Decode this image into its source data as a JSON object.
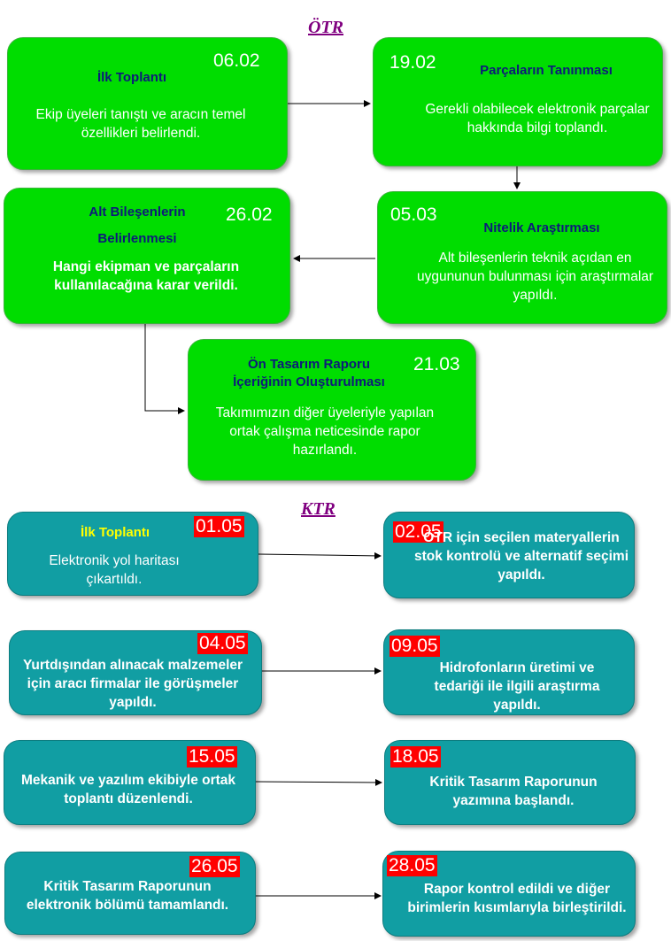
{
  "otr": {
    "heading": "ÖTR",
    "steps": [
      {
        "date": "06.02",
        "title": "İlk Toplantı",
        "desc": "Ekip üyeleri tanıştı ve aracın temel özellikleri belirlendi."
      },
      {
        "date": "19.02",
        "title": "Parçaların Tanınması",
        "desc": "Gerekli olabilecek elektronik parçalar hakkında bilgi toplandı."
      },
      {
        "date": "05.03",
        "title": "Nitelik Araştırması",
        "desc": "Alt bileşenlerin teknik açıdan en uygununun bulunması için araştırmalar yapıldı."
      },
      {
        "date": "26.02",
        "title": "Alt Bileşenlerin Belirlenmesi",
        "desc": "Hangi ekipman ve parçaların kullanılacağına karar verildi."
      },
      {
        "date": "21.03",
        "title": "Ön Tasarım Raporu İçeriğinin Oluşturulması",
        "desc": "Takımımızın diğer üyeleriyle yapılan ortak çalışma neticesinde rapor hazırlandı."
      }
    ]
  },
  "ktr": {
    "heading": "KTR",
    "steps": [
      {
        "date": "01.05",
        "title": "İlk Toplantı",
        "desc": "Elektronik yol haritası çıkartıldı."
      },
      {
        "date": "02.05",
        "desc": "ÖTR için seçilen materyallerin stok kontrolü ve alternatif seçimi yapıldı."
      },
      {
        "date": "04.05",
        "desc": "Yurtdışından alınacak malzemeler için aracı firmalar ile görüşmeler yapıldı."
      },
      {
        "date": "09.05",
        "desc": "Hidrofonların üretimi ve tedariği ile ilgili araştırma yapıldı."
      },
      {
        "date": "15.05",
        "desc": "Mekanik ve yazılım ekibiyle ortak toplantı düzenlendi."
      },
      {
        "date": "18.05",
        "desc": "Kritik Tasarım Raporunun yazımına başlandı."
      },
      {
        "date": "26.05",
        "desc": "Kritik Tasarım Raporunun elektronik bölümü tamamlandı."
      },
      {
        "date": "28.05",
        "desc": "Rapor kontrol edildi ve diğer birimlerin kısımlarıyla birleştirildi."
      }
    ]
  }
}
